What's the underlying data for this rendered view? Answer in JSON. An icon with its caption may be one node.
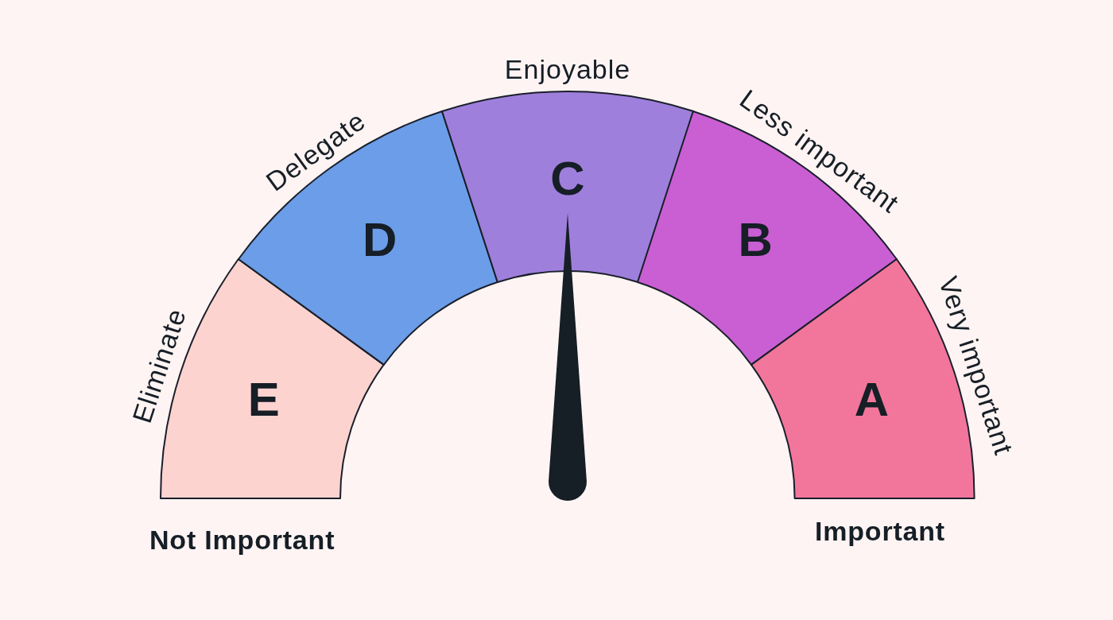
{
  "diagram": {
    "nodes": [
      {
        "text": [
          "E"
        ],
        "beside": [
          "Eliminate"
        ]
      },
      {
        "text": [
          "D"
        ],
        "beside": [
          "Delegate"
        ]
      },
      {
        "text": [
          "C"
        ],
        "beside": [
          "Enjoyable"
        ]
      },
      {
        "text": [
          "B"
        ],
        "beside": [
          "Less important"
        ]
      },
      {
        "text": [
          "A"
        ],
        "beside": [
          "Very important"
        ]
      },
      {
        "text": [],
        "shape": "needle"
      }
    ],
    "labels": [
      "Not Important",
      "Important"
    ]
  }
}
